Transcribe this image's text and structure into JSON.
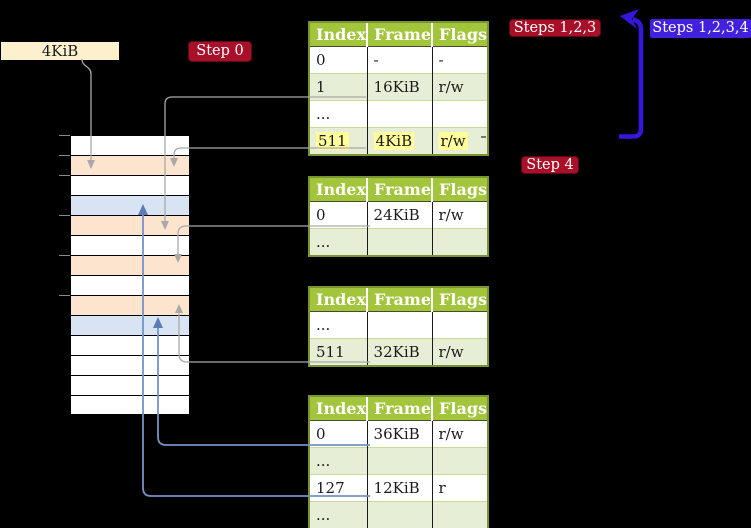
{
  "colors": {
    "badge_red": "#A8102A",
    "badge_blue": "#4121DD",
    "arrow_blue": "#3517DB",
    "connector_gray": "#A9A9A9",
    "connector_blue": "#7593C5",
    "connector_blue_head": "#5B7CB8",
    "table_header": "#A3C53C",
    "table_row_alt": "#E7EED6",
    "table_border": "#7A9431",
    "table_row_line": "#C9D89B",
    "highlight_yellow": "#FFFF9C",
    "frame_label_bg": "#FCF0CD",
    "frames": {
      "white": "#FFFFFF",
      "orange": "#FCE4CF",
      "blue": "#D8E3F3"
    }
  },
  "frame_label": {
    "text": "4KiB"
  },
  "badges": {
    "step0": {
      "text": "Step 0"
    },
    "steps123": {
      "text": "Steps 1,2,3"
    },
    "steps1234": {
      "text": "Steps 1,2,3,4"
    },
    "step4": {
      "text": "Step 4"
    }
  },
  "memory": {
    "rows": [
      "white",
      "orange",
      "white",
      "blue",
      "orange",
      "white",
      "orange",
      "white",
      "orange",
      "blue",
      "white",
      "white",
      "white",
      "white"
    ]
  },
  "tables": [
    {
      "headers": [
        "Index",
        "Frame",
        "Flags"
      ],
      "rows": [
        {
          "cells": [
            "0",
            "-",
            "-"
          ]
        },
        {
          "cells": [
            "1",
            "16KiB",
            "r/w"
          ]
        },
        {
          "cells": [
            "...",
            "",
            ""
          ]
        },
        {
          "cells": [
            "511",
            "4KiB",
            "r/w"
          ],
          "highlight": true
        }
      ]
    },
    {
      "headers": [
        "Index",
        "Frame",
        "Flags"
      ],
      "rows": [
        {
          "cells": [
            "0",
            "24KiB",
            "r/w"
          ]
        },
        {
          "cells": [
            "...",
            "",
            ""
          ]
        }
      ]
    },
    {
      "headers": [
        "Index",
        "Frame",
        "Flags"
      ],
      "rows": [
        {
          "cells": [
            "...",
            "",
            ""
          ]
        },
        {
          "cells": [
            "511",
            "32KiB",
            "r/w"
          ]
        }
      ]
    },
    {
      "headers": [
        "Index",
        "Frame",
        "Flags"
      ],
      "rows": [
        {
          "cells": [
            "0",
            "36KiB",
            "r/w"
          ]
        },
        {
          "cells": [
            "...",
            "",
            ""
          ]
        },
        {
          "cells": [
            "127",
            "12KiB",
            "r"
          ]
        },
        {
          "cells": [
            "...",
            "",
            ""
          ]
        }
      ]
    }
  ]
}
